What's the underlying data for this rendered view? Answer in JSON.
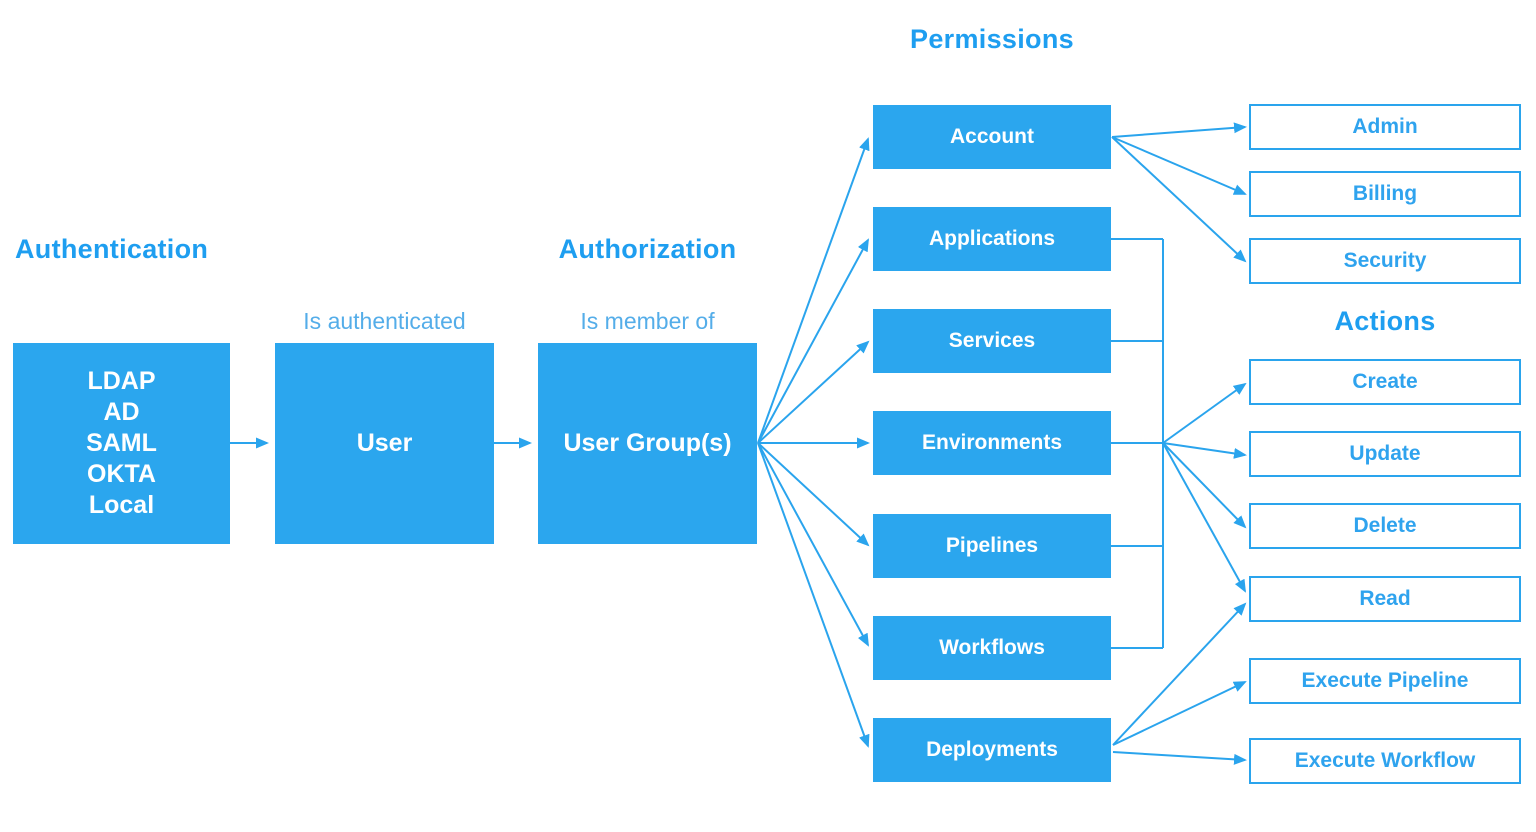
{
  "colors": {
    "accent": "#2aa4ed",
    "box_fill": "#2ba6ee",
    "heading_text": "#1e9ef0",
    "edge_label_text": "#54ade9",
    "box_text": "#ffffff"
  },
  "headings": {
    "authentication": "Authentication",
    "authorization": "Authorization",
    "permissions": "Permissions",
    "actions": "Actions"
  },
  "edge_labels": {
    "is_authenticated": "Is authenticated",
    "is_member_of": "Is member of"
  },
  "auth_sources": [
    "LDAP",
    "AD",
    "SAML",
    "OKTA",
    "Local"
  ],
  "nodes": {
    "user": "User",
    "user_groups": "User Group(s)"
  },
  "permissions": [
    "Account",
    "Applications",
    "Services",
    "Environments",
    "Pipelines",
    "Workflows",
    "Deployments"
  ],
  "account_actions": [
    "Admin",
    "Billing",
    "Security"
  ],
  "actions": [
    "Create",
    "Update",
    "Delete",
    "Read",
    "Execute Pipeline",
    "Execute Workflow"
  ]
}
